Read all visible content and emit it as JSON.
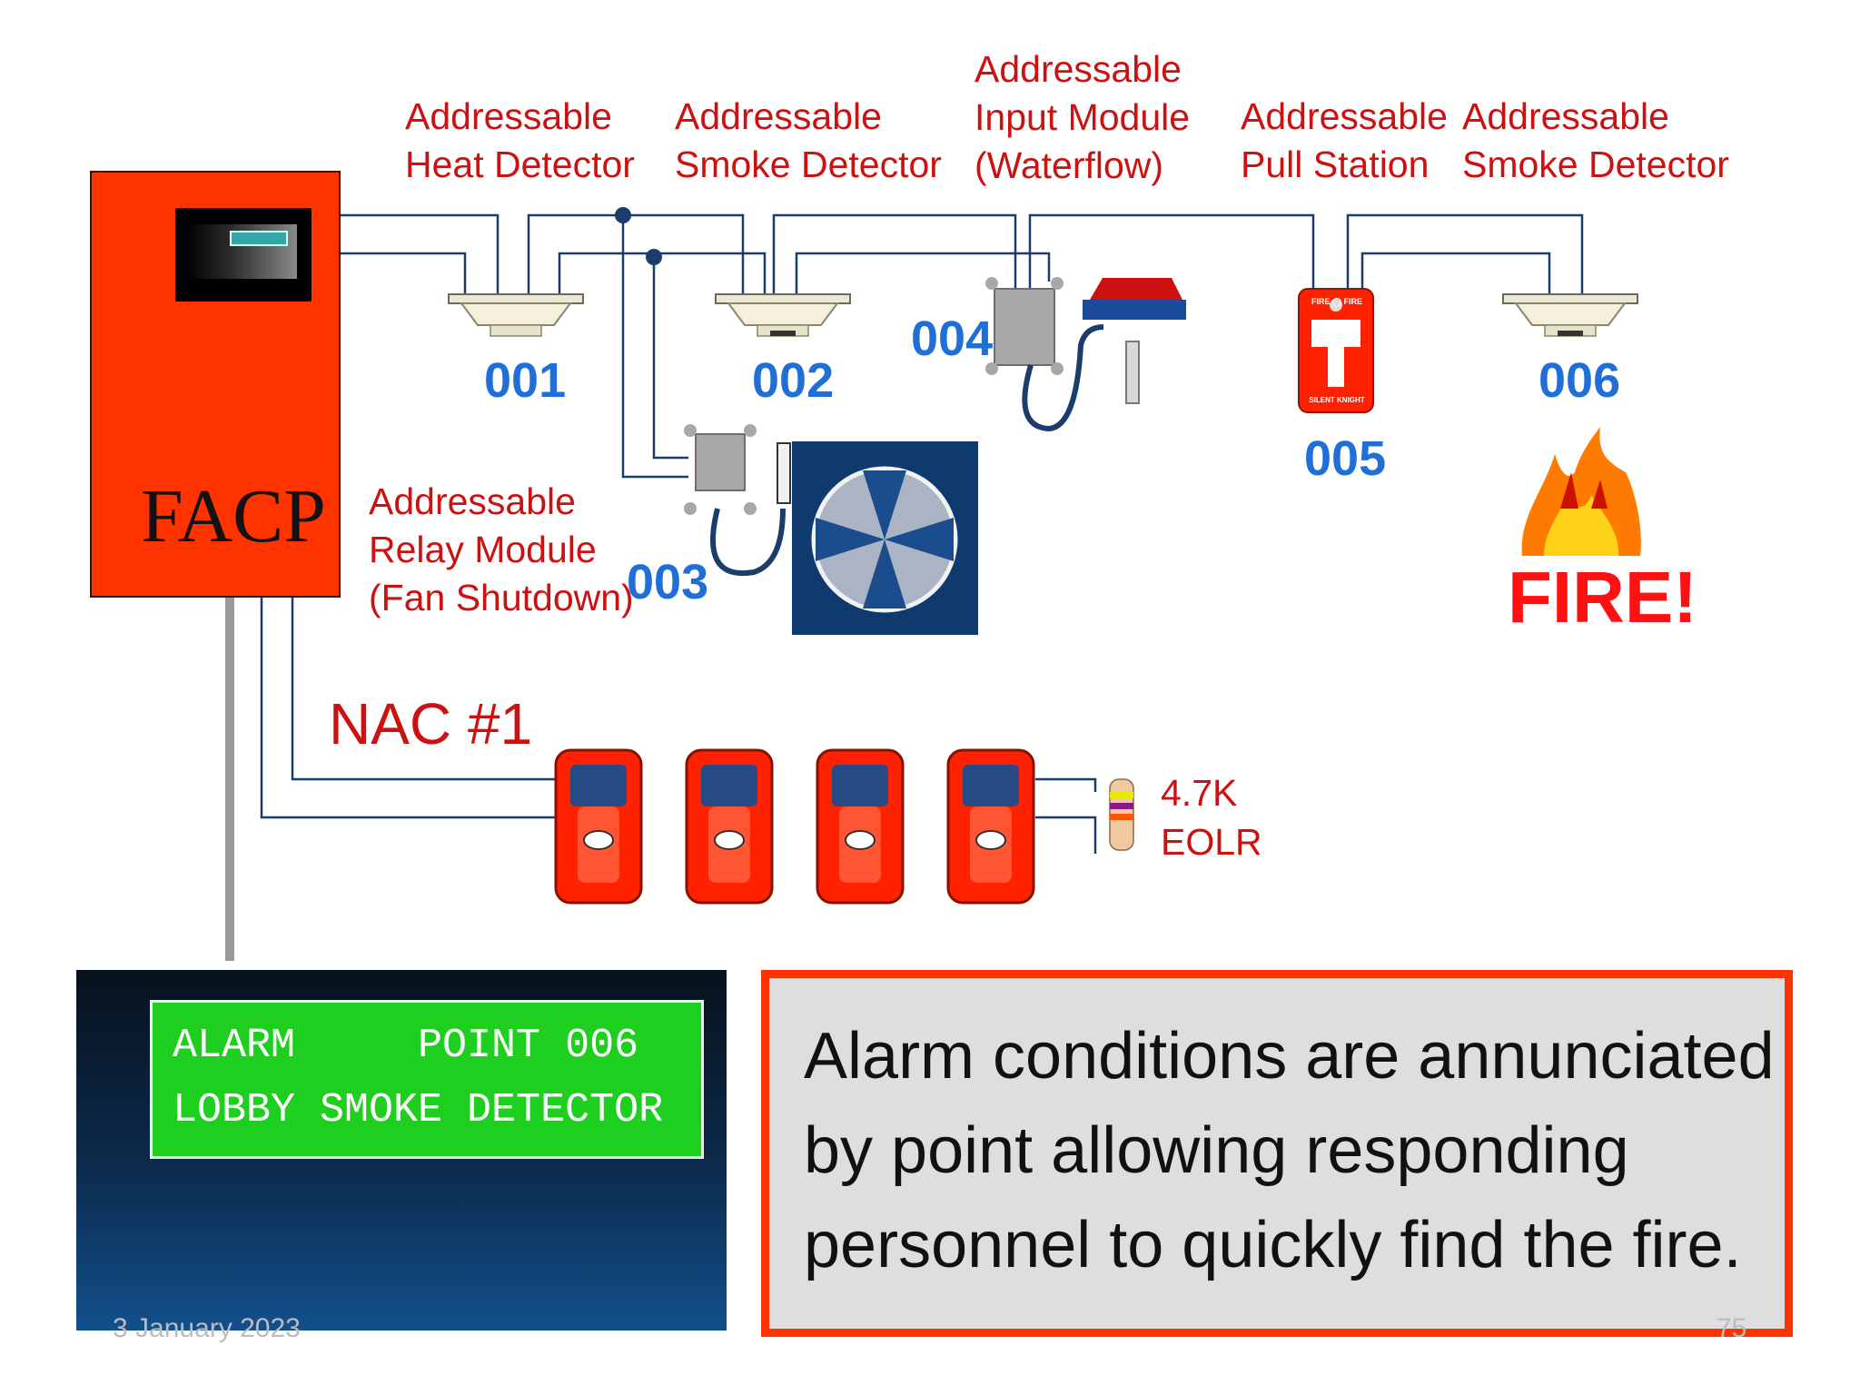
{
  "devices": [
    {
      "label": "Addressable\nHeat Detector",
      "address": "001"
    },
    {
      "label": "Addressable\nSmoke Detector",
      "address": "002"
    },
    {
      "label": "Addressable\nRelay Module\n(Fan Shutdown)",
      "address": "003"
    },
    {
      "label": "Addressable\nInput Module\n(Waterflow)",
      "address": "004"
    },
    {
      "label": "Addressable\nPull Station",
      "address": "005"
    },
    {
      "label": "Addressable\nSmoke Detector",
      "address": "006"
    }
  ],
  "facp": {
    "label": "FACP"
  },
  "fire": {
    "label": "FIRE!"
  },
  "pull_station": {
    "top_text": "FIRE ◯ FIRE",
    "bottom_text": "SILENT KNIGHT"
  },
  "nac": {
    "label": "NAC #1"
  },
  "eolr": {
    "label": "4.7K\nEOLR"
  },
  "lcd": {
    "line1": "ALARM     POINT 006",
    "line2": "LOBBY SMOKE DETECTOR"
  },
  "note": {
    "text": "Alarm conditions are annunciated\nby point allowing responding\npersonnel to quickly find the fire."
  },
  "footer": {
    "date": "3 January 2023",
    "page": "75"
  },
  "colors": {
    "panel_red": "#ff3300",
    "label_red": "#cc1111",
    "address_blue": "#1f6fd6",
    "lcd_green": "#1fcf1f",
    "wire_blue": "#1b3d6b"
  }
}
